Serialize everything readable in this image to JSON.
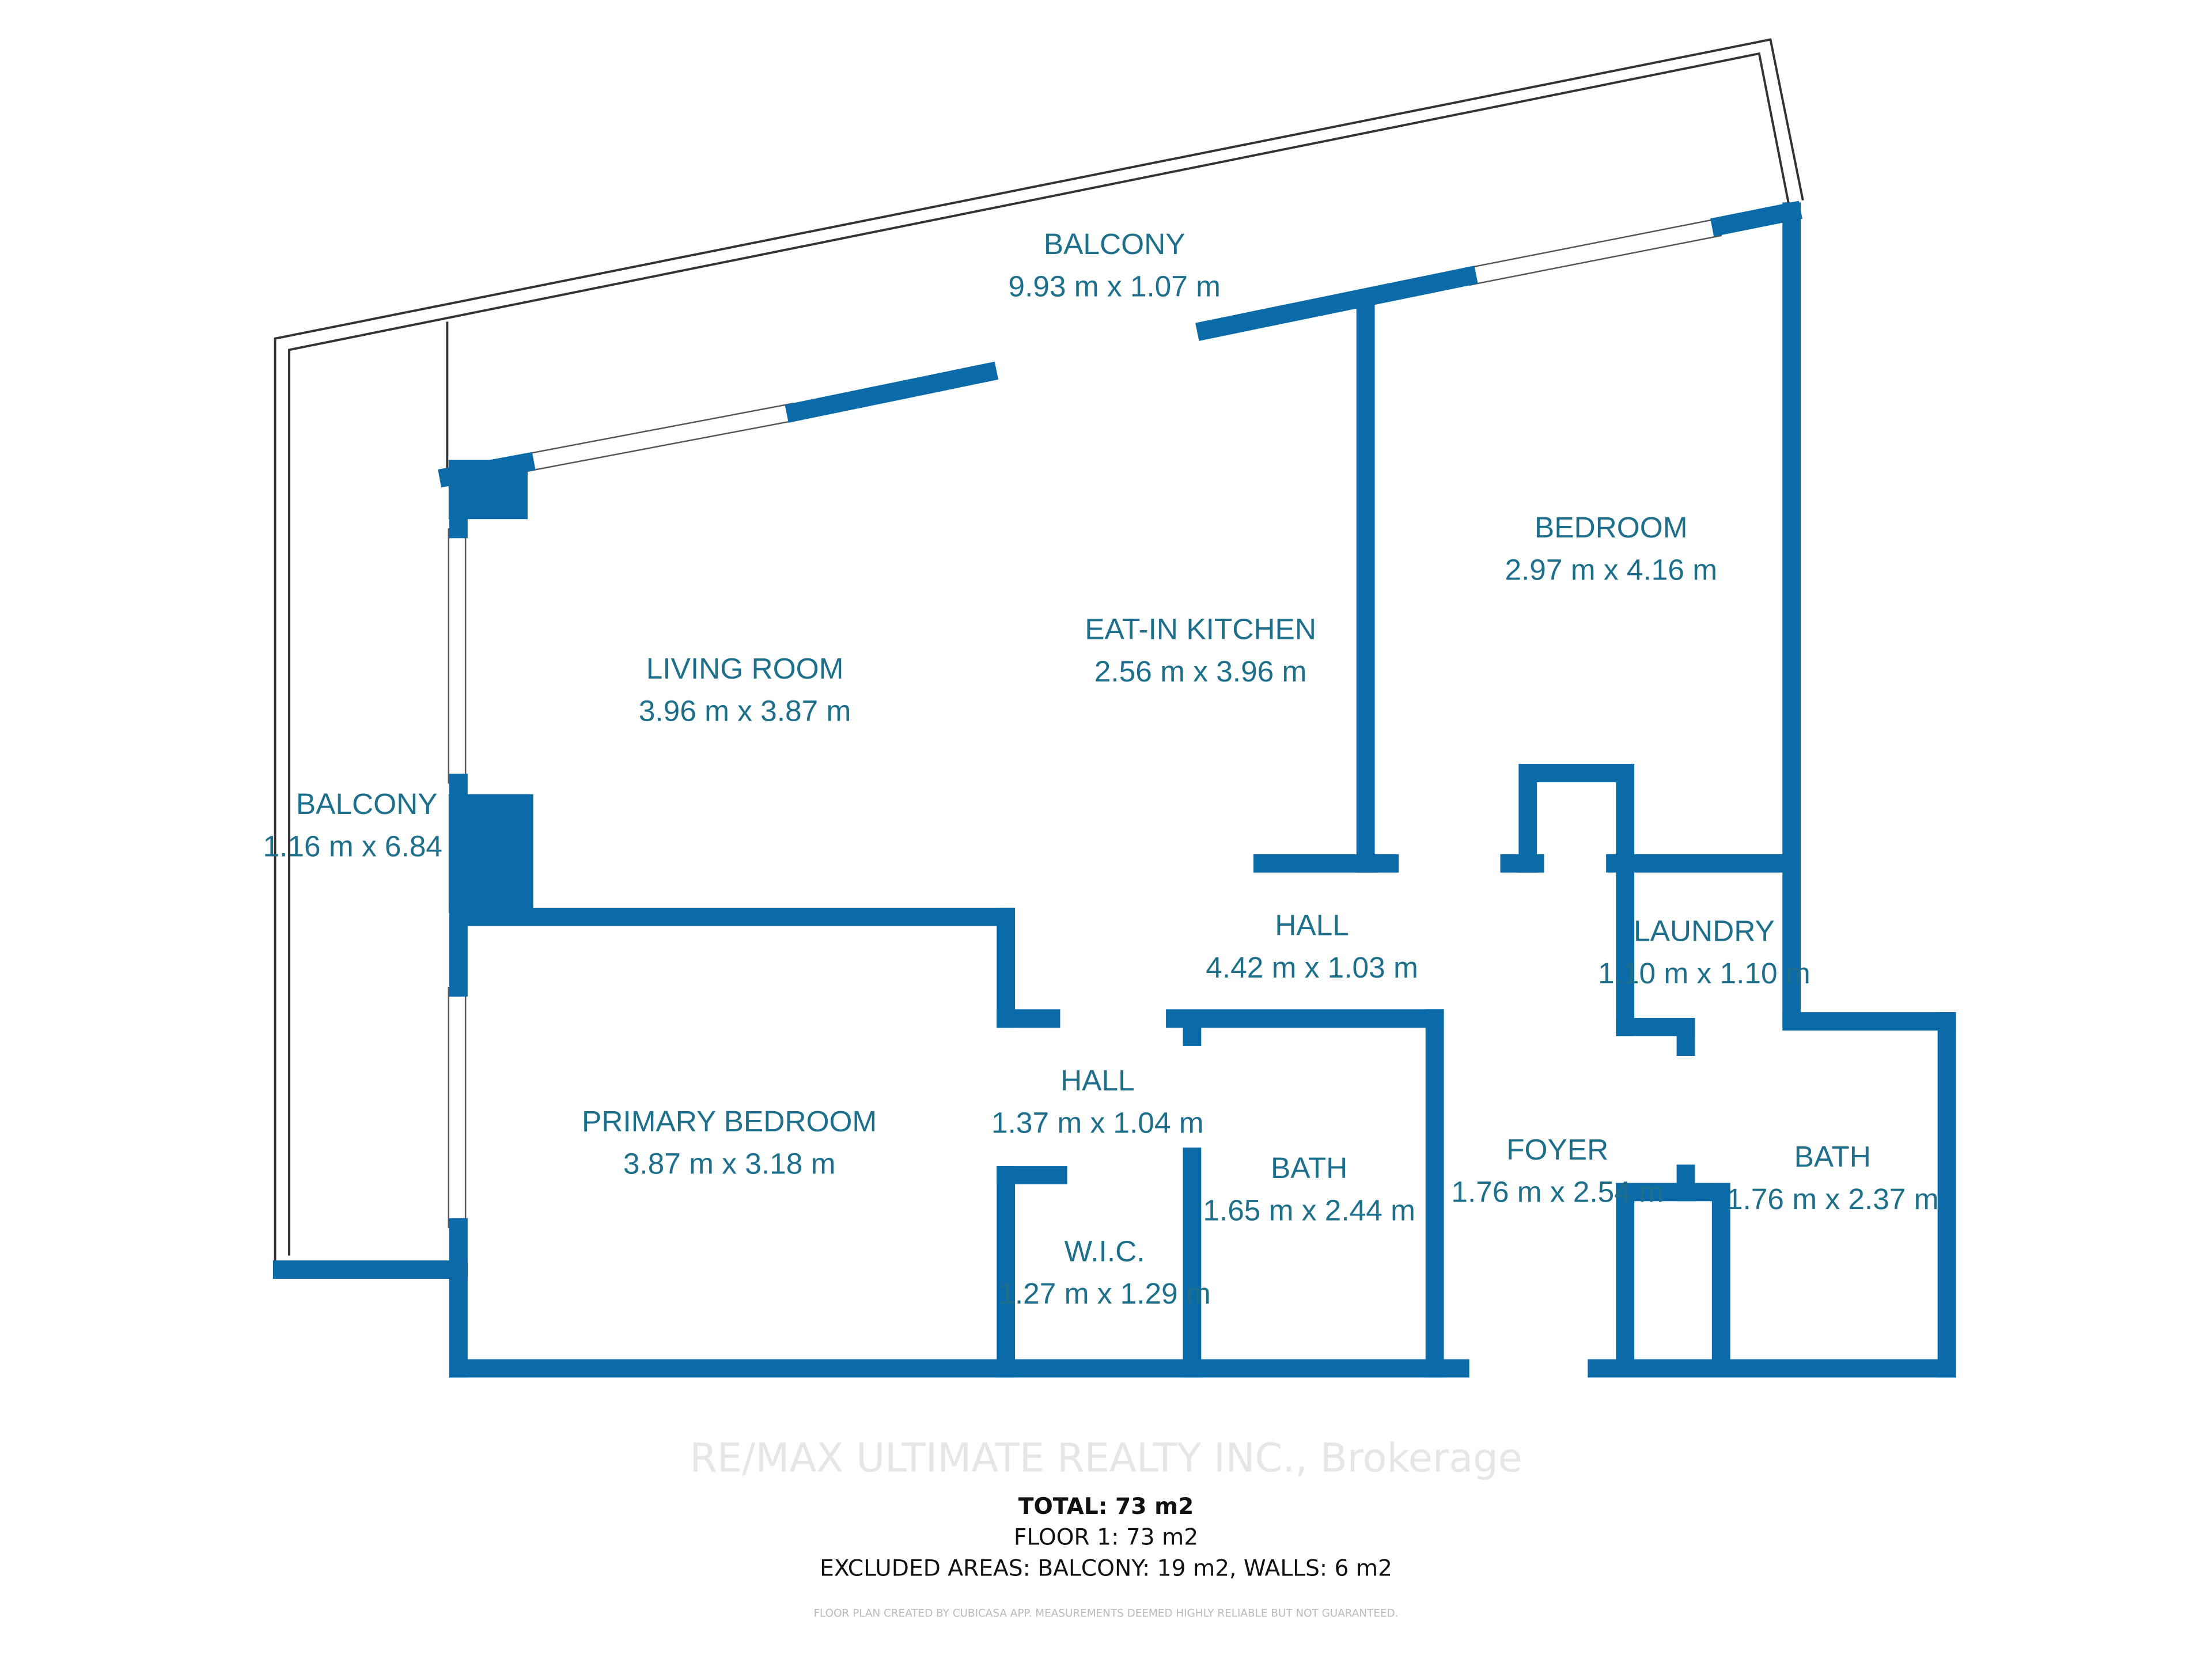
{
  "colors": {
    "wall": "#0b6aa8",
    "label": "#1d6f8c",
    "outline": "#333333"
  },
  "rooms": [
    {
      "name": "BALCONY",
      "size": "9.93 m x 1.07 m"
    },
    {
      "name": "BEDROOM",
      "size": "2.97 m x 4.16 m"
    },
    {
      "name": "EAT-IN KITCHEN",
      "size": "2.56 m x 3.96 m"
    },
    {
      "name": "LIVING ROOM",
      "size": "3.96 m x 3.87 m"
    },
    {
      "name": "BALCONY",
      "size": "1.16 m x 6.84"
    },
    {
      "name": "HALL",
      "size": "4.42 m x 1.03 m"
    },
    {
      "name": "LAUNDRY",
      "size": "1.10 m x 1.10 m"
    },
    {
      "name": "PRIMARY BEDROOM",
      "size": "3.87 m x 3.18 m"
    },
    {
      "name": "HALL",
      "size": "1.37 m x 1.04 m"
    },
    {
      "name": "BATH",
      "size": "1.65 m x 2.44 m"
    },
    {
      "name": "FOYER",
      "size": "1.76 m x 2.54 m"
    },
    {
      "name": "BATH",
      "size": "1.76 m x 2.37 m"
    },
    {
      "name": "W.I.C.",
      "size": "1.27 m x 1.29 m"
    }
  ],
  "summary": {
    "total": "TOTAL: 73 m2",
    "floor": "FLOOR 1: 73 m2",
    "excluded": "EXCLUDED AREAS: BALCONY: 19 m2, WALLS: 6 m2",
    "disclaimer": "FLOOR PLAN CREATED BY CUBICASA APP. MEASUREMENTS DEEMED HIGHLY RELIABLE BUT NOT GUARANTEED."
  },
  "watermark": "RE/MAX ULTIMATE REALTY INC., Brokerage"
}
